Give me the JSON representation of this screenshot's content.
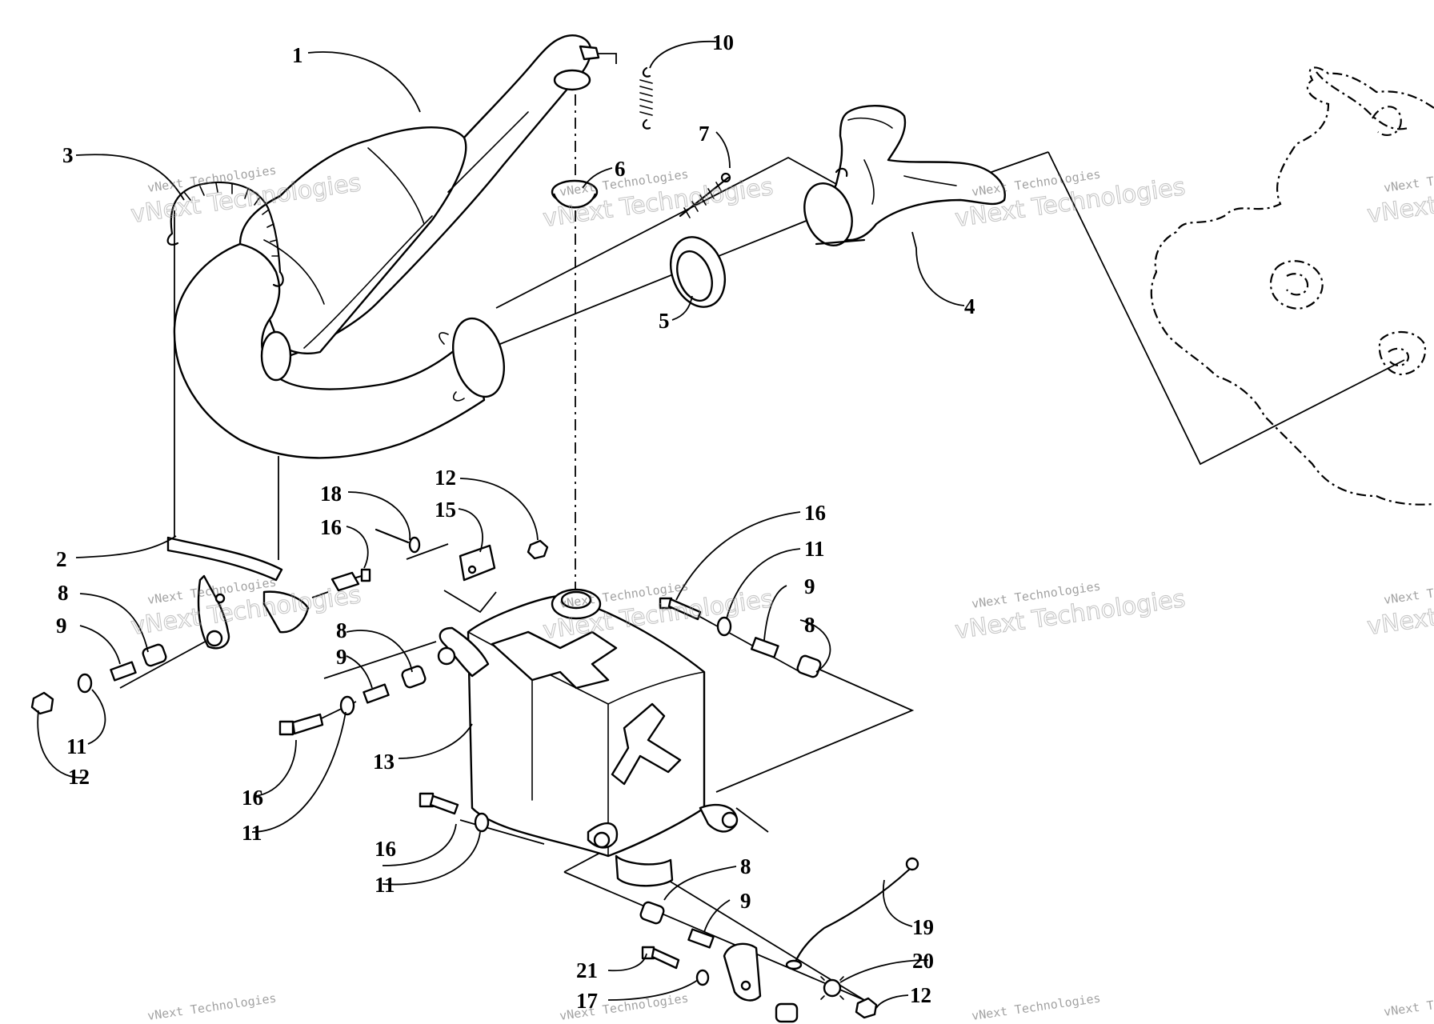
{
  "callouts": [
    {
      "id": "c1",
      "label": "1"
    },
    {
      "id": "c2",
      "label": "2"
    },
    {
      "id": "c3",
      "label": "3"
    },
    {
      "id": "c4",
      "label": "4"
    },
    {
      "id": "c5",
      "label": "5"
    },
    {
      "id": "c6",
      "label": "6"
    },
    {
      "id": "c7",
      "label": "7"
    },
    {
      "id": "c8a",
      "label": "8"
    },
    {
      "id": "c8b",
      "label": "8"
    },
    {
      "id": "c8c",
      "label": "8"
    },
    {
      "id": "c8d",
      "label": "8"
    },
    {
      "id": "c9a",
      "label": "9"
    },
    {
      "id": "c9b",
      "label": "9"
    },
    {
      "id": "c9c",
      "label": "9"
    },
    {
      "id": "c9d",
      "label": "9"
    },
    {
      "id": "c10",
      "label": "10"
    },
    {
      "id": "c11a",
      "label": "11"
    },
    {
      "id": "c11b",
      "label": "11"
    },
    {
      "id": "c11c",
      "label": "11"
    },
    {
      "id": "c11d",
      "label": "11"
    },
    {
      "id": "c12a",
      "label": "12"
    },
    {
      "id": "c12b",
      "label": "12"
    },
    {
      "id": "c12c",
      "label": "12"
    },
    {
      "id": "c13",
      "label": "13"
    },
    {
      "id": "c15",
      "label": "15"
    },
    {
      "id": "c16a",
      "label": "16"
    },
    {
      "id": "c16b",
      "label": "16"
    },
    {
      "id": "c16c",
      "label": "16"
    },
    {
      "id": "c16d",
      "label": "16"
    },
    {
      "id": "c17",
      "label": "17"
    },
    {
      "id": "c18",
      "label": "18"
    },
    {
      "id": "c19",
      "label": "19"
    },
    {
      "id": "c20",
      "label": "20"
    },
    {
      "id": "c21",
      "label": "21"
    }
  ],
  "watermark": {
    "line1": "vNext Technologies",
    "line2": "vNext Technologies"
  }
}
